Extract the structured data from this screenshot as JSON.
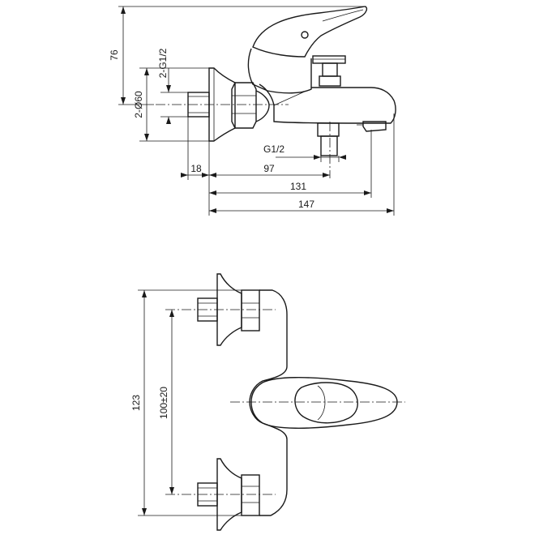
{
  "drawing": {
    "side_view": {
      "dims": {
        "height_76": "76",
        "thread_2g": "2-G1/2",
        "dia_2x60": "2-Ø60",
        "thread_g": "G1/2",
        "offset_18": "18",
        "spout_97": "97",
        "spout_131": "131",
        "overall_147": "147"
      }
    },
    "top_view": {
      "dims": {
        "width_123": "123",
        "centers": "100±20"
      }
    },
    "colors": {
      "line": "#1a1a1a",
      "background": "#ffffff"
    }
  }
}
